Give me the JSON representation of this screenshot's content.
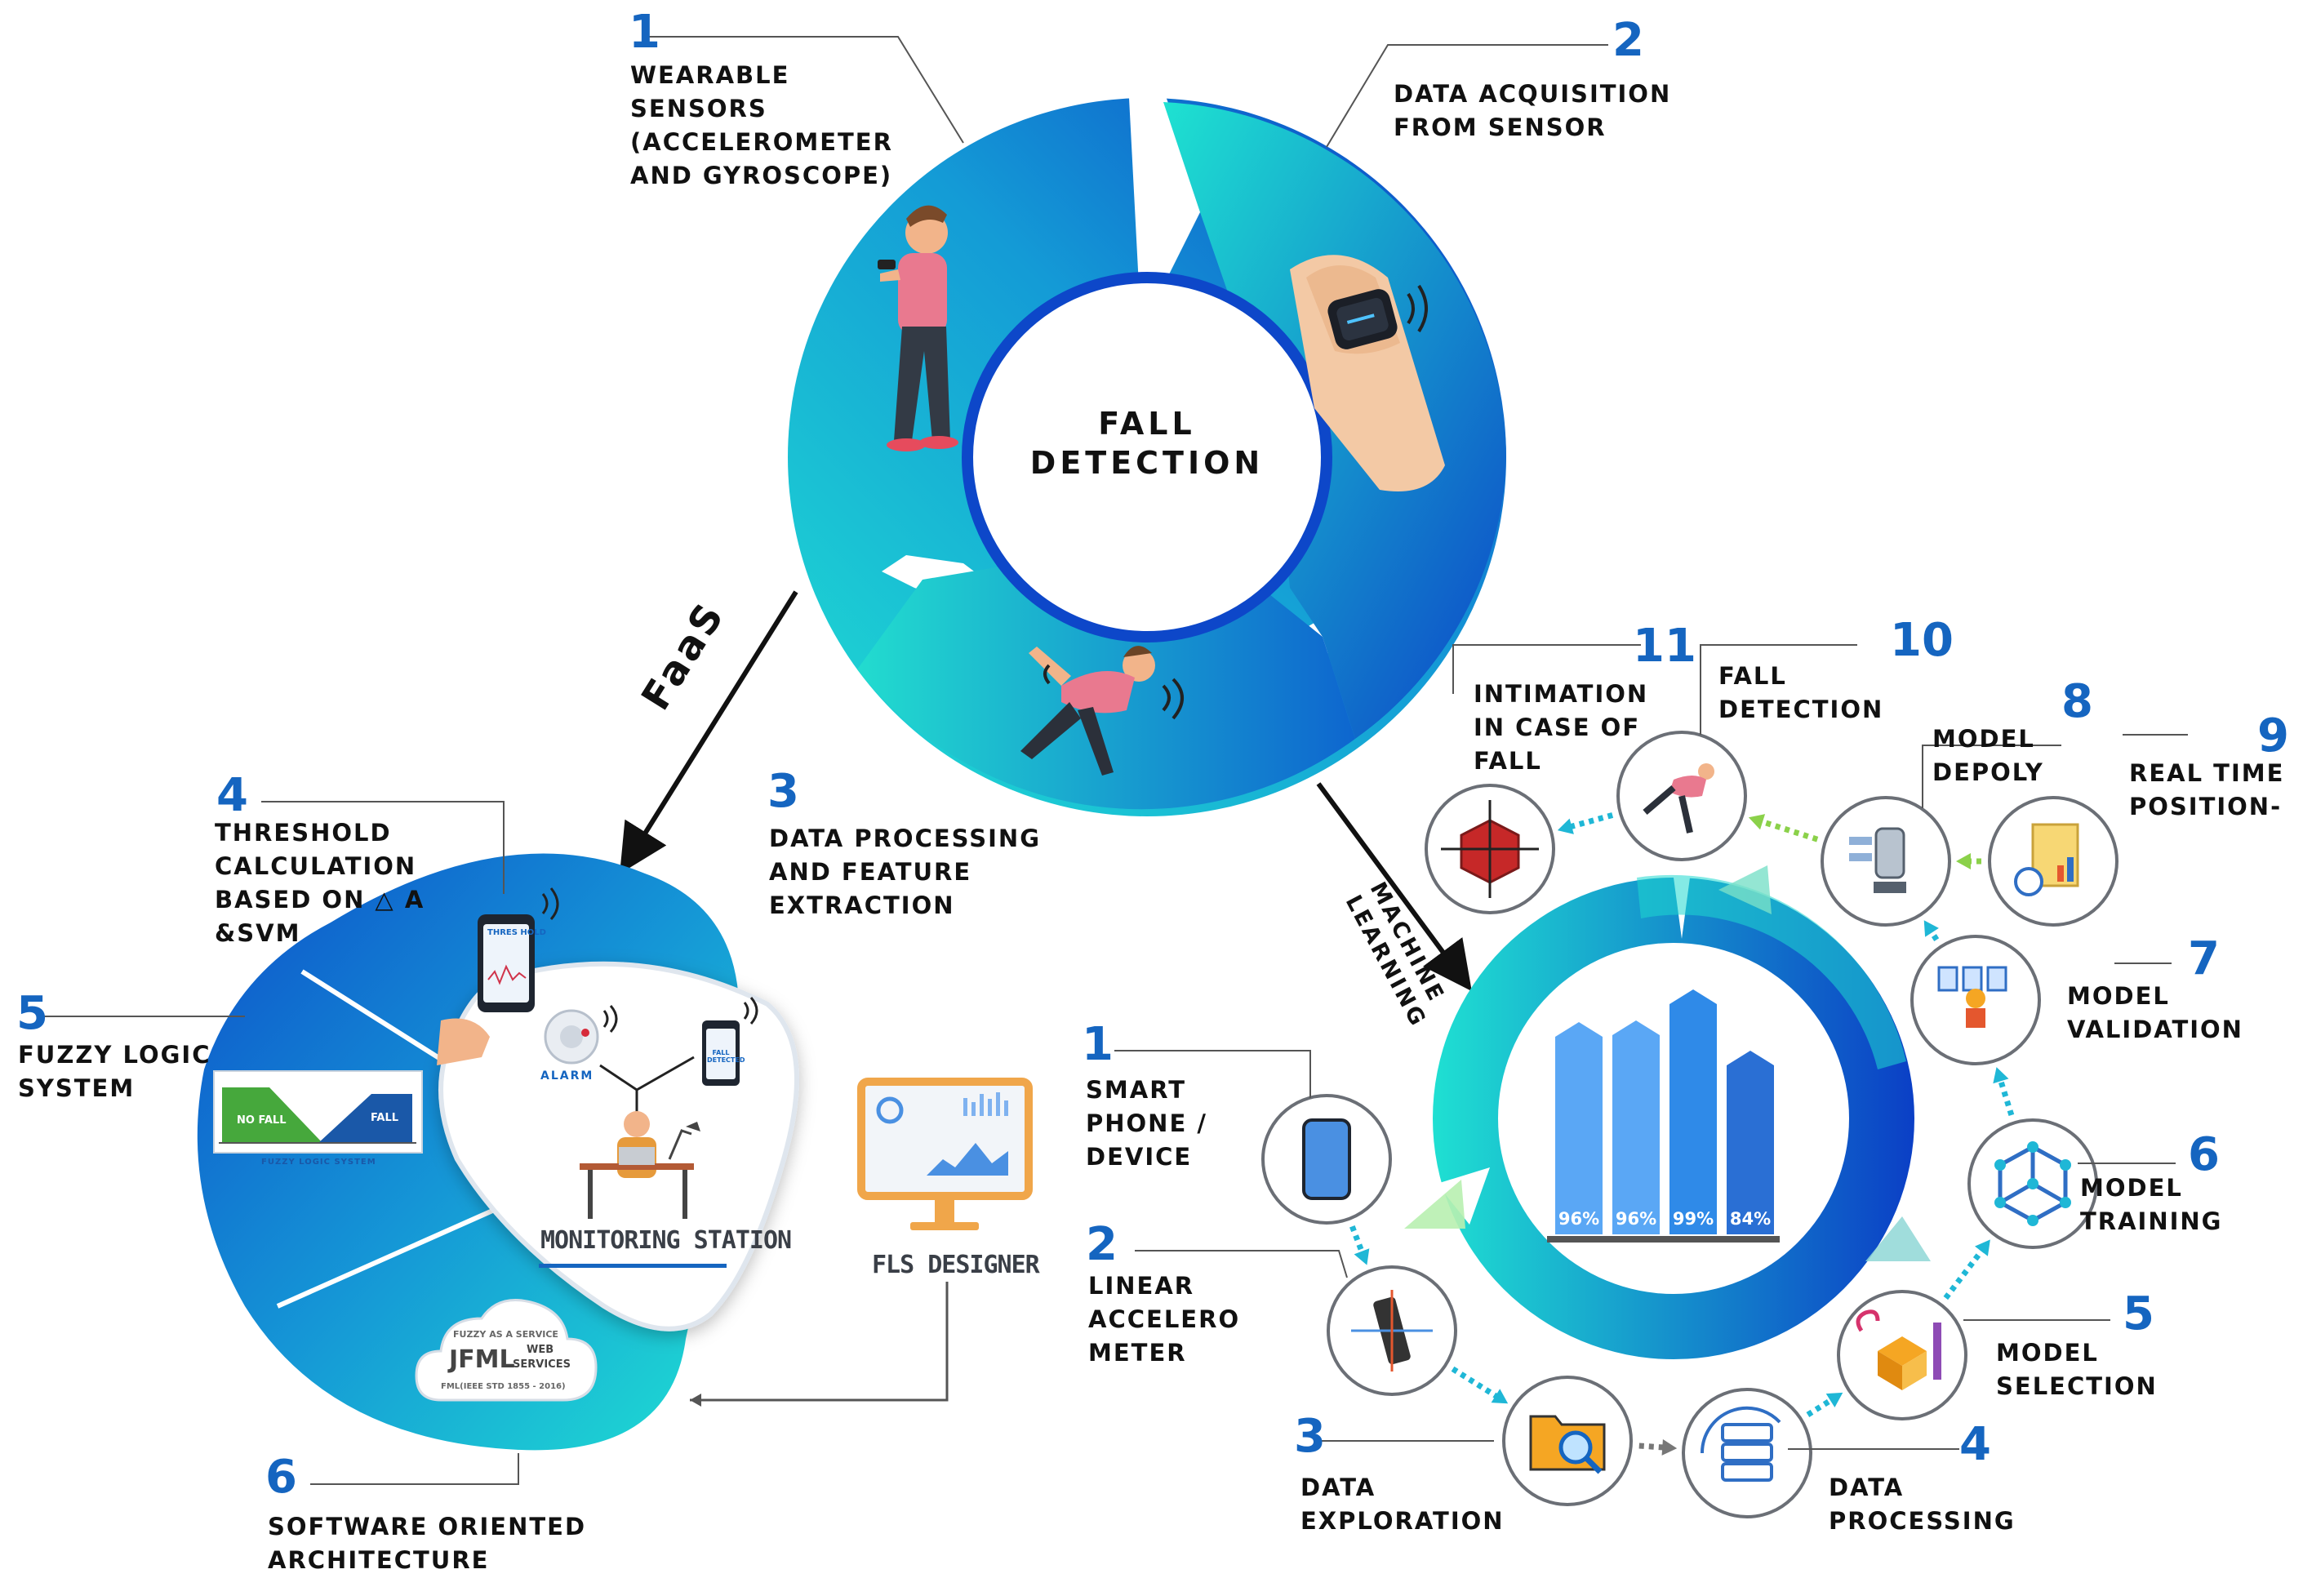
{
  "colors": {
    "blue": "#1565c0",
    "teal": "#1fd8cf",
    "deep_blue": "#0d47c9",
    "text": "#111111"
  },
  "center": {
    "title_line1": "FALL",
    "title_line2": "DETECTION"
  },
  "top_steps": [
    {
      "num": "1",
      "lines": [
        "WEARABLE",
        "SENSORS",
        "(ACCELEROMETER",
        "AND GYROSCOPE)"
      ]
    },
    {
      "num": "2",
      "lines": [
        "DATA ACQUISITION",
        "FROM SENSOR"
      ]
    },
    {
      "num": "3",
      "lines": [
        "DATA PROCESSING",
        "AND FEATURE",
        "EXTRACTION"
      ]
    }
  ],
  "arrows": {
    "faas": "FaaS",
    "ml_line1": "MACHINE",
    "ml_line2": "LEARNING"
  },
  "faas_steps": [
    {
      "num": "4",
      "lines": [
        "THRESHOLD",
        "CALCULATION",
        "BASED ON △ A",
        "&SVM"
      ]
    },
    {
      "num": "5",
      "lines": [
        "FUZZY LOGIC",
        "SYSTEM"
      ]
    },
    {
      "num": "6",
      "lines": [
        "SOFTWARE ORIENTED",
        "ARCHITECTURE"
      ]
    }
  ],
  "faas_graphics": {
    "phone_label": "THRES HOLD",
    "alarm": "ALARM",
    "fall_detected": "FALL DETECTED",
    "monitoring_station": "MONITORING STATION",
    "fuzzy_no_fall": "NO FALL",
    "fuzzy_fall": "FALL",
    "fuzzy_caption": "FUZZY LOGIC SYSTEM",
    "cloud_top": "FUZZY AS A SERVICE",
    "cloud_jfml": "JFML",
    "cloud_web": "WEB",
    "cloud_services": "SERVICES",
    "cloud_std": "FML(IEEE STD 1855 - 2016)",
    "fls_designer": "FLS DESIGNER"
  },
  "ml_steps": [
    {
      "num": "1",
      "lines": [
        "SMART",
        "PHONE /",
        "DEVICE"
      ],
      "icon": "smartphone-icon"
    },
    {
      "num": "2",
      "lines": [
        "LINEAR",
        "ACCELERO",
        "METER"
      ],
      "icon": "accelerometer-icon"
    },
    {
      "num": "3",
      "lines": [
        "DATA",
        "EXPLORATION"
      ],
      "icon": "folder-search-icon"
    },
    {
      "num": "4",
      "lines": [
        "DATA",
        "PROCESSING"
      ],
      "icon": "server-icon"
    },
    {
      "num": "5",
      "lines": [
        "MODEL",
        "SELECTION"
      ],
      "icon": "model-selection-icon"
    },
    {
      "num": "6",
      "lines": [
        "MODEL",
        "TRAINING"
      ],
      "icon": "network-cube-icon"
    },
    {
      "num": "7",
      "lines": [
        "MODEL",
        "VALIDATION"
      ],
      "icon": "validation-icon"
    },
    {
      "num": "8",
      "lines": [
        "MODEL",
        "DEPOLY"
      ],
      "icon": "deploy-icon"
    },
    {
      "num": "9",
      "lines": [
        "REAL TIME",
        "POSITION-"
      ],
      "icon": "report-icon"
    },
    {
      "num": "10",
      "lines": [
        "FALL",
        "DETECTION"
      ],
      "icon": "falling-person-icon"
    },
    {
      "num": "11",
      "lines": [
        "INTIMATION",
        "IN CASE OF",
        "FALL"
      ],
      "icon": "alert-cube-icon"
    }
  ],
  "accuracy_bars": [
    "96%",
    "96%",
    "99%",
    "84%"
  ]
}
